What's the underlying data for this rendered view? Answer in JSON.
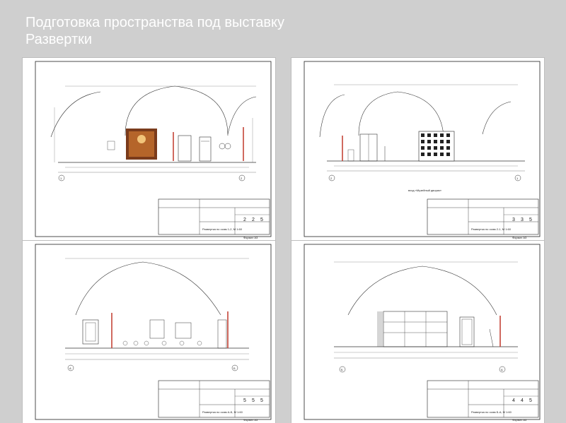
{
  "page": {
    "title_line1": "Подготовка пространства под выставку",
    "title_line2": "Развертки"
  },
  "sheets": [
    {
      "caption": "Развертка по осям 1-2, М 1:60",
      "format": "Формат А3",
      "stamp": [
        "2",
        "2",
        "5"
      ]
    },
    {
      "caption": "Развертка по осям 2-1, М 1:60",
      "format": "Формат А3",
      "stamp": [
        "3",
        "3",
        "5"
      ]
    },
    {
      "caption": "Развертка по осям А-Б, М 1:60",
      "format": "Формат А3",
      "stamp": [
        "5",
        "5",
        "5"
      ]
    },
    {
      "caption": "Развертка по осям Б-А, М 1:60",
      "format": "Формат А3",
      "stamp": [
        "4",
        "4",
        "5"
      ]
    }
  ],
  "axes": {
    "s1": [
      "1",
      "2"
    ],
    "s2": [
      "2",
      "1"
    ],
    "s3": [
      "А",
      "Б"
    ],
    "s4": [
      "Б",
      "А"
    ]
  },
  "notes": {
    "s2_center": "вход «Музейный дворик»"
  },
  "colors": {
    "background": "#cfcfcf",
    "accent_red": "#c0392b"
  }
}
